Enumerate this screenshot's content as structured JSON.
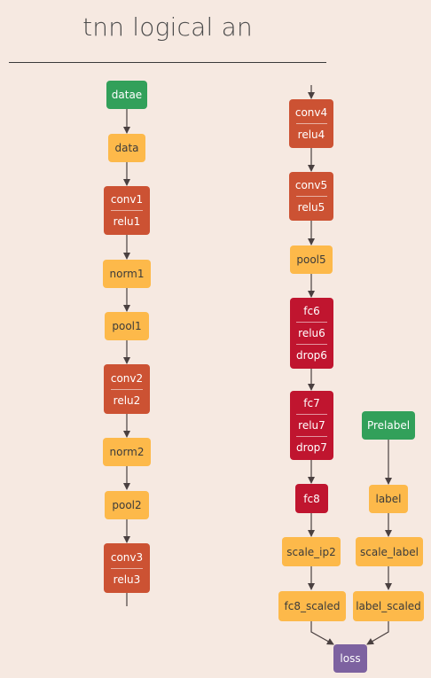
{
  "title": "tnn logical an",
  "nodes": {
    "datae": {
      "labels": [
        "datae"
      ]
    },
    "data": {
      "labels": [
        "data"
      ]
    },
    "conv1": {
      "labels": [
        "conv1",
        "relu1"
      ]
    },
    "norm1": {
      "labels": [
        "norm1"
      ]
    },
    "pool1": {
      "labels": [
        "pool1"
      ]
    },
    "conv2": {
      "labels": [
        "conv2",
        "relu2"
      ]
    },
    "norm2": {
      "labels": [
        "norm2"
      ]
    },
    "pool2": {
      "labels": [
        "pool2"
      ]
    },
    "conv3": {
      "labels": [
        "conv3",
        "relu3"
      ]
    },
    "conv4": {
      "labels": [
        "conv4",
        "relu4"
      ]
    },
    "conv5": {
      "labels": [
        "conv5",
        "relu5"
      ]
    },
    "pool5": {
      "labels": [
        "pool5"
      ]
    },
    "fc6": {
      "labels": [
        "fc6",
        "relu6",
        "drop6"
      ]
    },
    "fc7": {
      "labels": [
        "fc7",
        "relu7",
        "drop7"
      ]
    },
    "fc8": {
      "labels": [
        "fc8"
      ]
    },
    "scale_ip2": {
      "labels": [
        "scale_ip2"
      ]
    },
    "fc8_scaled": {
      "labels": [
        "fc8_scaled"
      ]
    },
    "prelabel": {
      "labels": [
        "Prelabel"
      ]
    },
    "label": {
      "labels": [
        "label"
      ]
    },
    "scale_label": {
      "labels": [
        "scale_label"
      ]
    },
    "label_scaled": {
      "labels": [
        "label_scaled"
      ]
    },
    "loss": {
      "labels": [
        "loss"
      ]
    }
  },
  "colors": {
    "background": "#f6e9e1",
    "input": "#32a05a",
    "data": "#fdb94a",
    "conv": "#cc5233",
    "fc": "#c0152f",
    "loss": "#7d62a0",
    "edge": "#4a4040"
  }
}
